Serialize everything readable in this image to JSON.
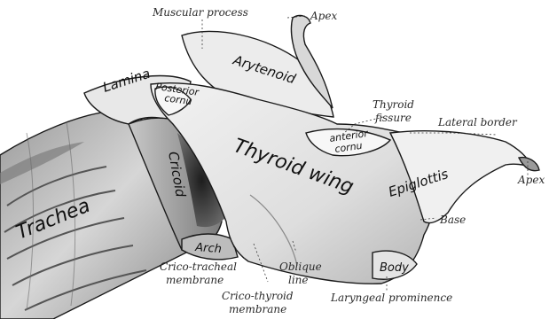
{
  "figure": {
    "labels": {
      "muscular_process": "Muscular process",
      "apex_top": "Apex",
      "lamina": "Lamina",
      "arytenoid": "Arytenoid",
      "posterior_cornu": [
        "Posterior",
        "cornu"
      ],
      "thyroid_fissure": [
        "Thyroid",
        "fissure"
      ],
      "lateral_border": "Lateral border",
      "anterior_cornu": [
        "anterior",
        "cornu"
      ],
      "thyroid_wing": "Thyroid wing",
      "cricoid": "Cricoid",
      "epiglottis": "Epiglottis",
      "apex_right": "Apex",
      "trachea": "Trachea",
      "base": "Base",
      "arch": "Arch",
      "body": "Body",
      "crico_tracheal": [
        "Crico-tracheal",
        "membrane"
      ],
      "oblique_line": [
        "Oblique",
        "line"
      ],
      "crico_thyroid": [
        "Crico-thyroid",
        "membrane"
      ],
      "laryngeal_prominence": "Laryngeal prominence"
    }
  }
}
